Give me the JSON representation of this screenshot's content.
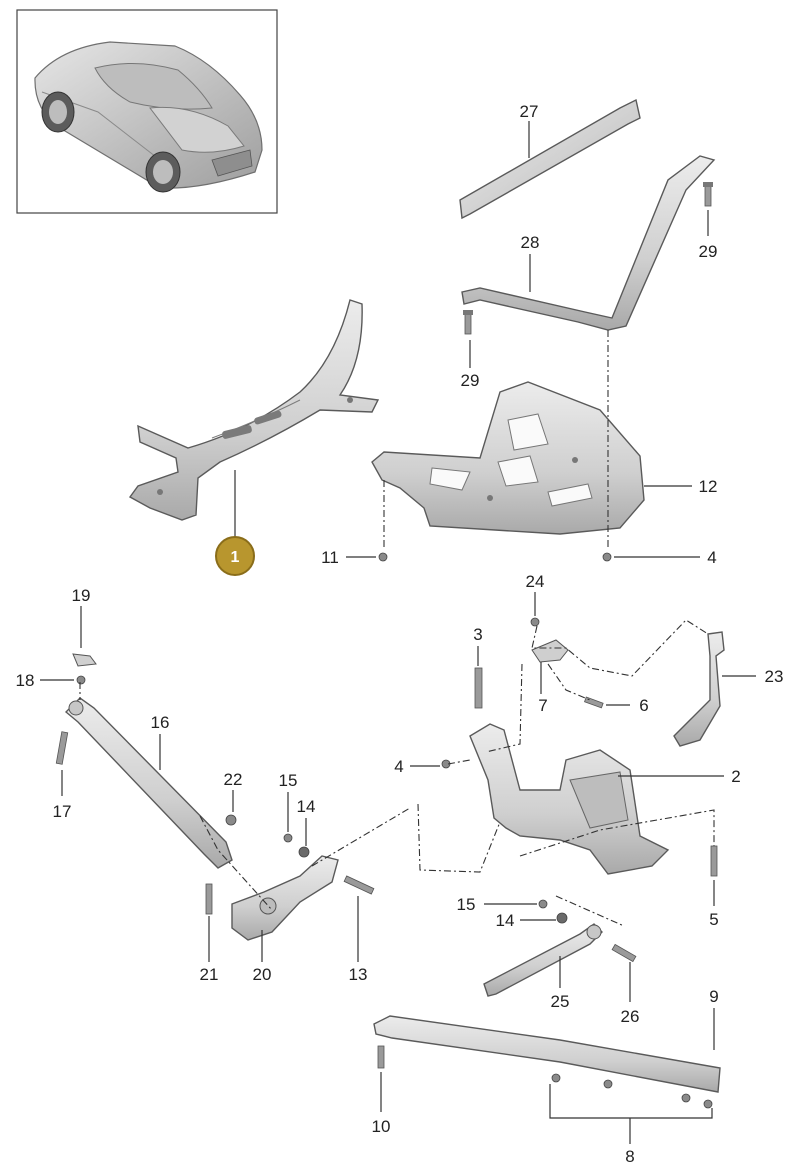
{
  "diagram": {
    "badge_label": "1",
    "colors": {
      "badge_fill": "#b8962e",
      "badge_stroke": "#8a6d1a",
      "part_light": "#e4e4e4",
      "part_mid": "#c8c8c8",
      "part_dark": "#9a9a9a",
      "text": "#222222"
    },
    "callouts": [
      {
        "id": "c27",
        "label": "27"
      },
      {
        "id": "c28",
        "label": "28"
      },
      {
        "id": "c29a",
        "label": "29"
      },
      {
        "id": "c29b",
        "label": "29"
      },
      {
        "id": "c12",
        "label": "12"
      },
      {
        "id": "c11",
        "label": "11"
      },
      {
        "id": "c4a",
        "label": "4"
      },
      {
        "id": "c19",
        "label": "19"
      },
      {
        "id": "c18",
        "label": "18"
      },
      {
        "id": "c16",
        "label": "16"
      },
      {
        "id": "c17",
        "label": "17"
      },
      {
        "id": "c22",
        "label": "22"
      },
      {
        "id": "c15a",
        "label": "15"
      },
      {
        "id": "c14a",
        "label": "14"
      },
      {
        "id": "c24",
        "label": "24"
      },
      {
        "id": "c3",
        "label": "3"
      },
      {
        "id": "c7",
        "label": "7"
      },
      {
        "id": "c6",
        "label": "6"
      },
      {
        "id": "c23",
        "label": "23"
      },
      {
        "id": "c4b",
        "label": "4"
      },
      {
        "id": "c2",
        "label": "2"
      },
      {
        "id": "c5",
        "label": "5"
      },
      {
        "id": "c15b",
        "label": "15"
      },
      {
        "id": "c14b",
        "label": "14"
      },
      {
        "id": "c21",
        "label": "21"
      },
      {
        "id": "c20",
        "label": "20"
      },
      {
        "id": "c13",
        "label": "13"
      },
      {
        "id": "c25",
        "label": "25"
      },
      {
        "id": "c26",
        "label": "26"
      },
      {
        "id": "c9",
        "label": "9"
      },
      {
        "id": "c10",
        "label": "10"
      },
      {
        "id": "c8",
        "label": "8"
      }
    ]
  }
}
